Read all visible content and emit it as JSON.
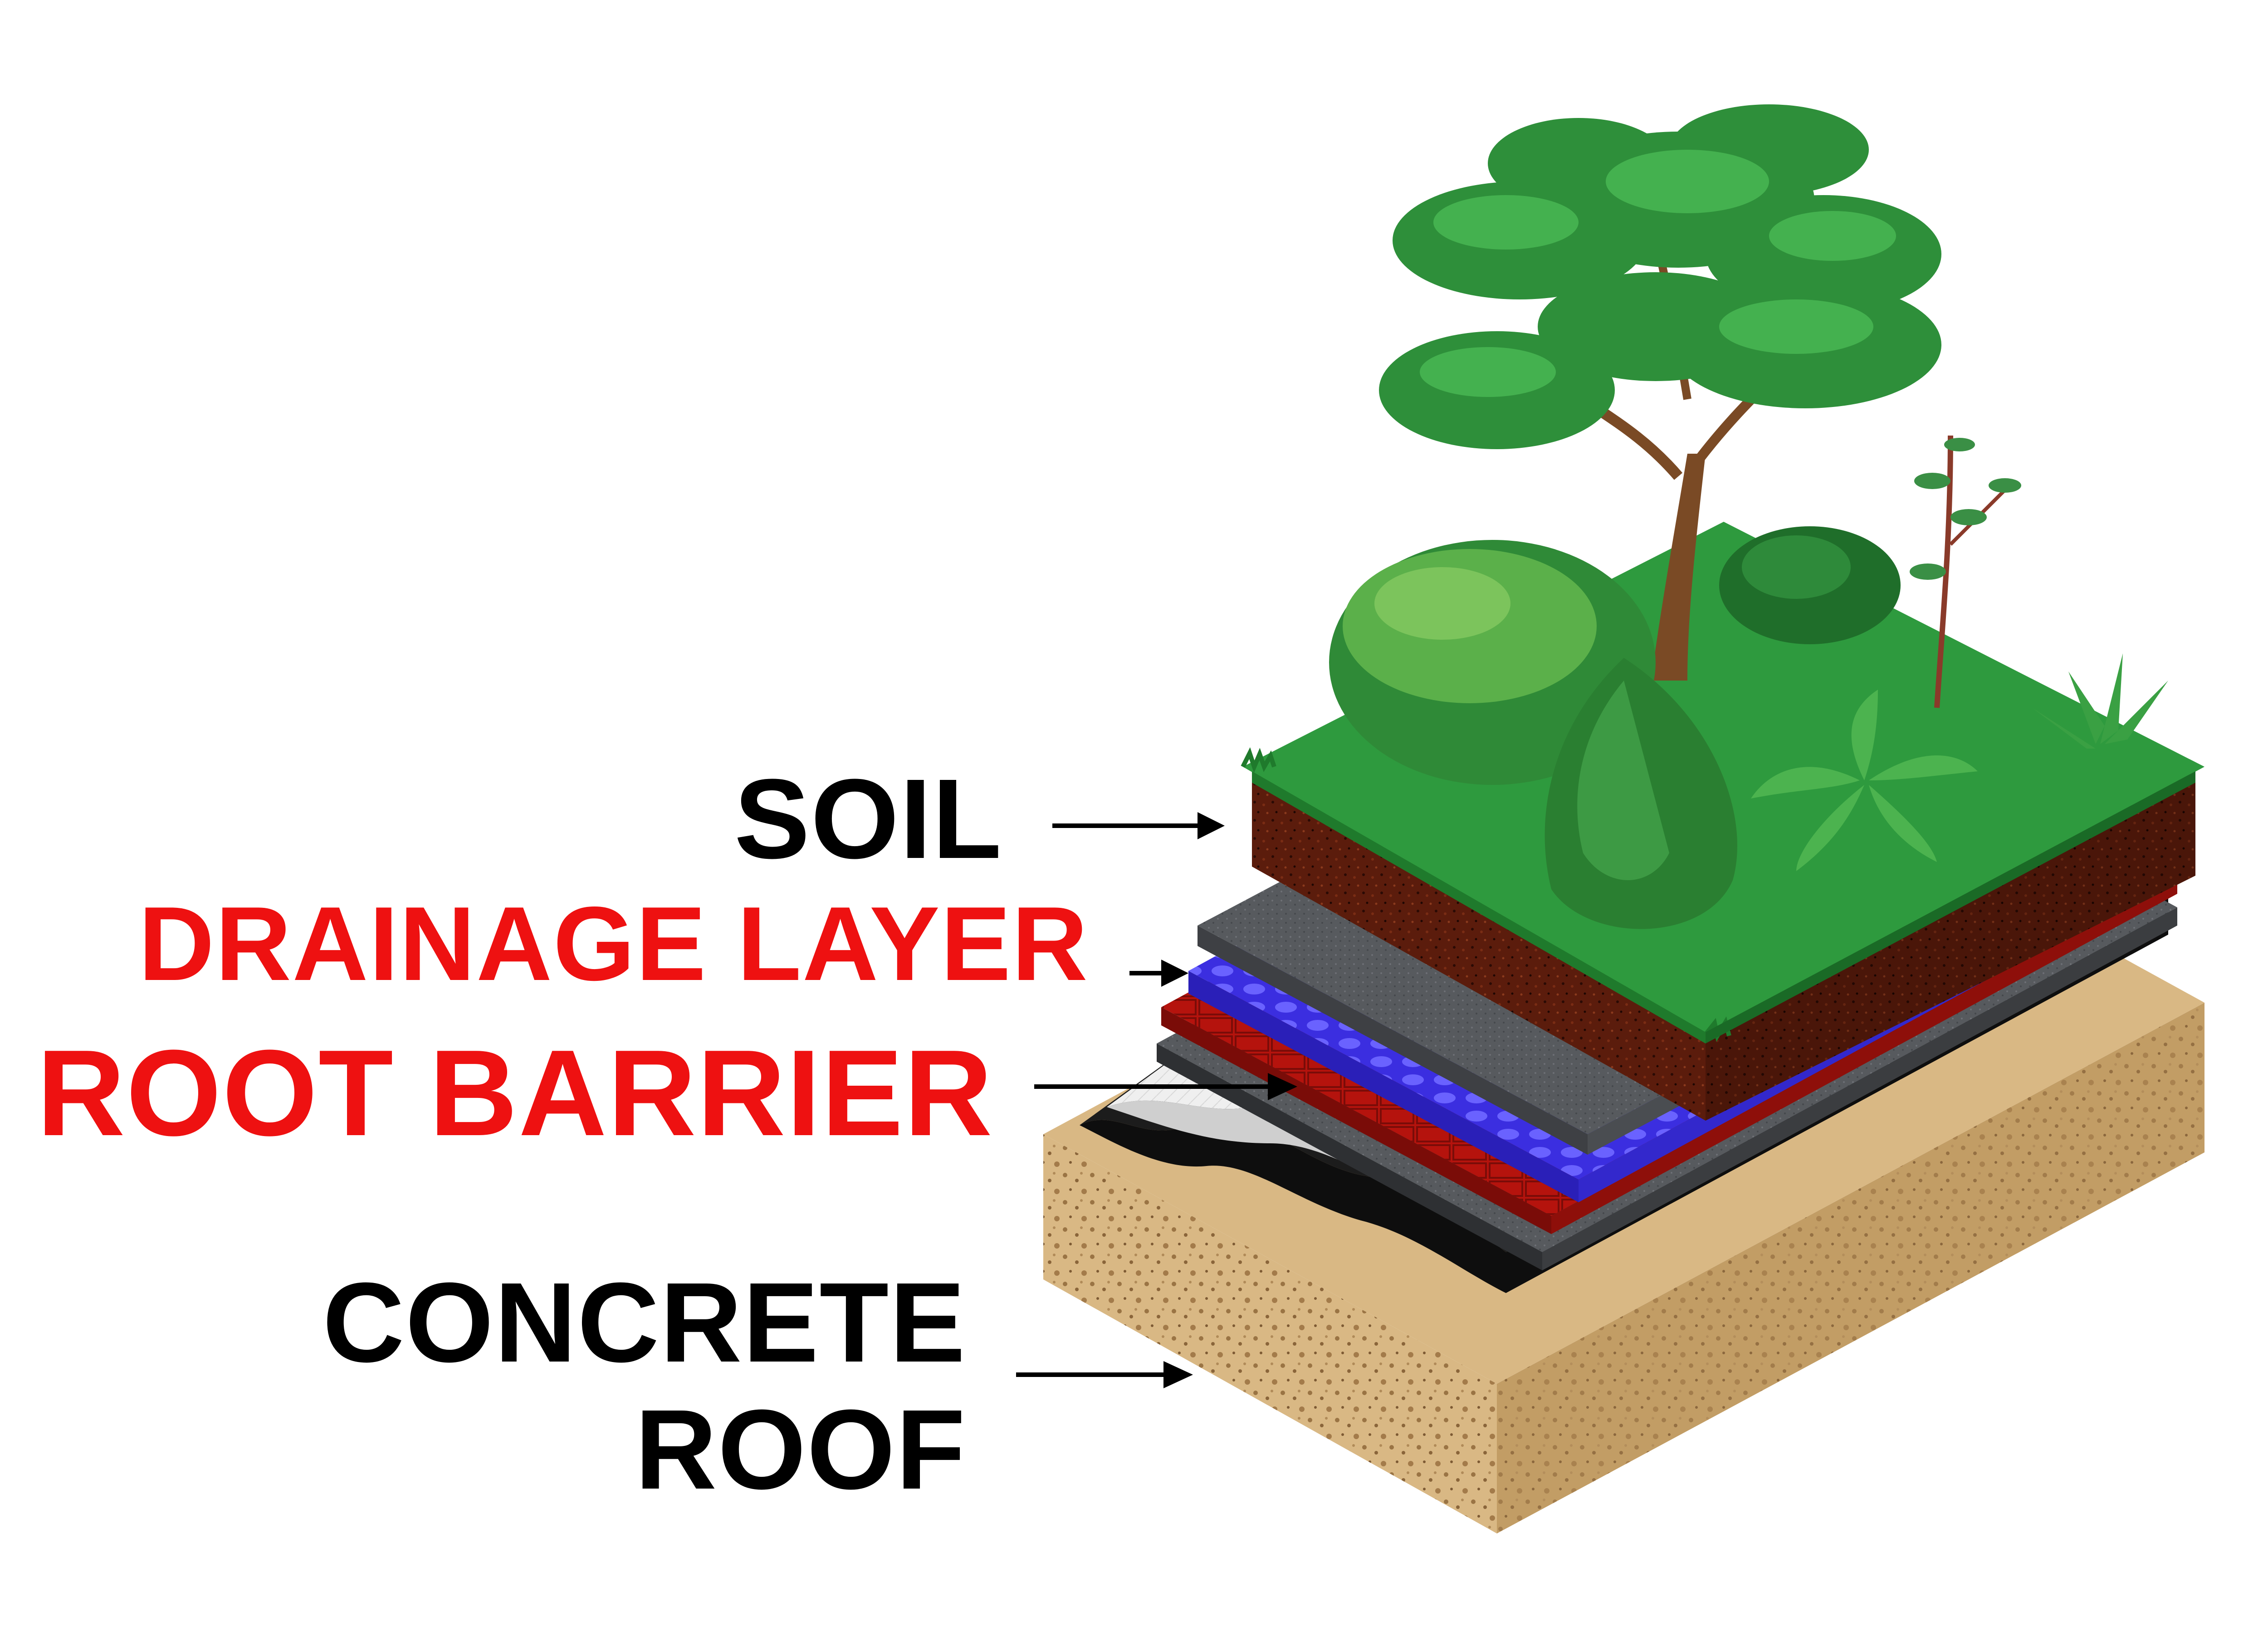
{
  "labels": {
    "soil": "SOIL",
    "drainage_layer": "DRAINAGE LAYER",
    "root_barrier": "ROOT BARRIER",
    "concrete_line1": "CONCRETE",
    "concrete_line2": "ROOF"
  },
  "colors": {
    "label_black": "#000000",
    "label_red": "#ee1111",
    "grass": "#2e9a3e",
    "grass_dark": "#1f7a2c",
    "soil": "#5b1c0c",
    "filter_fabric": "#575a5e",
    "drainage_blue": "#3b2ee0",
    "root_barrier_red": "#b5130d",
    "membrane_black": "#1c1c1c",
    "insulation_white": "#efefef",
    "concrete": "#d9b884",
    "concrete_dark": "#c29d65",
    "trunk": "#7a4a25"
  }
}
